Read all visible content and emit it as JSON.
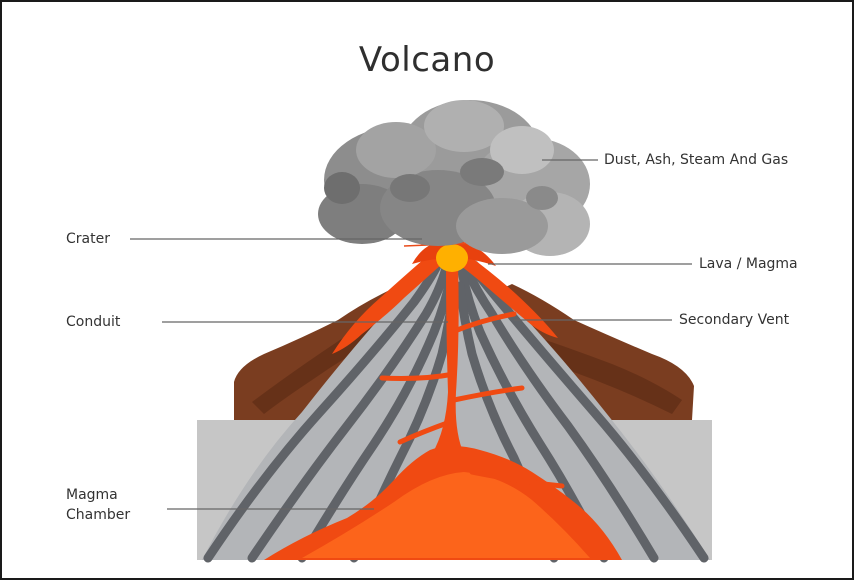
{
  "title": "Volcano",
  "labels": {
    "dust": "Dust, Ash, Steam And Gas",
    "crater": "Crater",
    "lava": "Lava / Magma",
    "conduit": "Conduit",
    "secondary_vent": "Secondary Vent",
    "magma_chamber_line1": "Magma",
    "magma_chamber_line2": "Chamber"
  },
  "colors": {
    "lava": "#f04a12",
    "lava_glow": "#ffb000",
    "rock_strata": "#606368",
    "cone": "#b3b5b8",
    "ground_block": "#c6c6c6",
    "brown_slope": "#7a3d20",
    "smoke": "#8d8d8d",
    "leader_line": "#666666"
  }
}
